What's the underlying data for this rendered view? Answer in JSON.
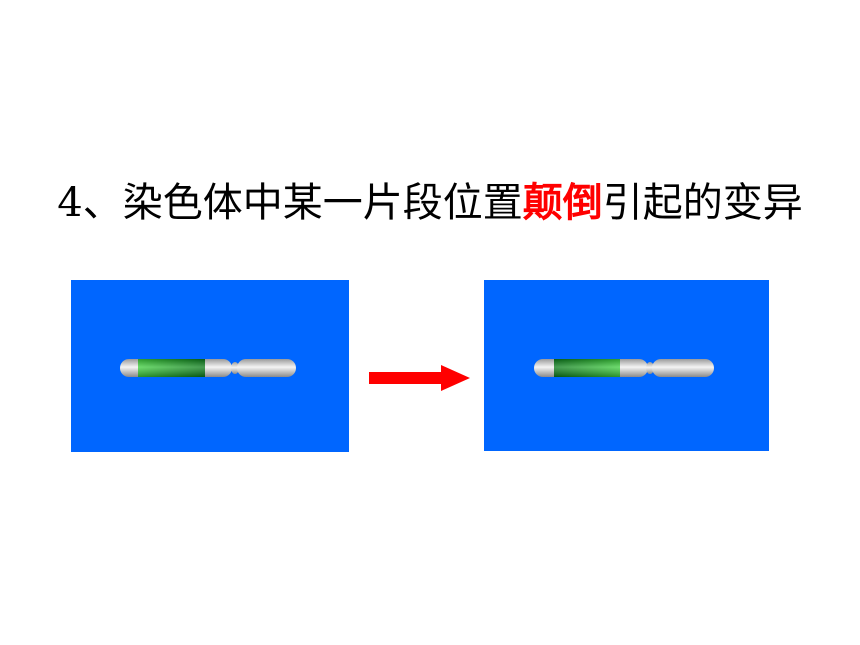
{
  "slide": {
    "title_prefix": "4、染色体中某一片段位置",
    "title_highlight": "颠倒",
    "title_suffix": "引起的变异",
    "highlight_color": "#ff0000"
  },
  "panels": {
    "background_color": "#0066ff",
    "before": {
      "segment_color": "green",
      "segment_side": "left-arm"
    },
    "after": {
      "segment_color": "green",
      "segment_side": "left-arm"
    }
  },
  "arrow": {
    "color": "#ff0000",
    "direction": "right"
  }
}
